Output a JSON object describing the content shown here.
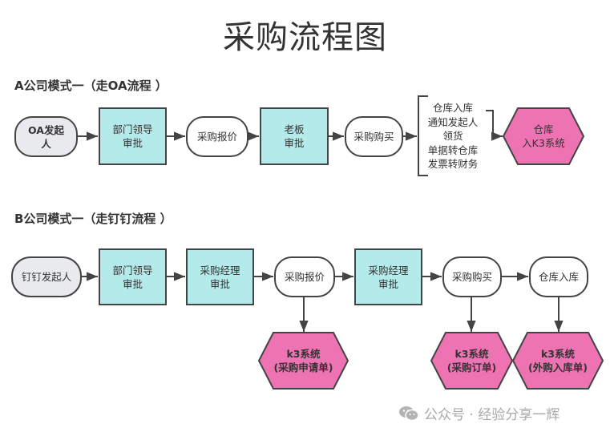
{
  "title": "采购流程图",
  "colors": {
    "line": "#444444",
    "start_fill": "#e8eaed",
    "approval_fill": "#b5eaea",
    "system_fill": "#ee73b3",
    "text": "#333333",
    "watermark": "#a9a9a9"
  },
  "flow_a": {
    "heading": "A公司模式一（走OA流程 ）",
    "nodes": [
      {
        "id": "a1",
        "type": "start",
        "label": "OA发起\n人"
      },
      {
        "id": "a2",
        "type": "approval",
        "label": "部门领导\n审批"
      },
      {
        "id": "a3",
        "type": "process",
        "label": "采购报价"
      },
      {
        "id": "a4",
        "type": "approval",
        "label": "老板\n审批"
      },
      {
        "id": "a5",
        "type": "process",
        "label": "采购购买"
      },
      {
        "id": "a6",
        "type": "annotation",
        "label": "仓库入库\n通知发起人\n领货\n单据转仓库\n发票转财务"
      },
      {
        "id": "a7",
        "type": "system",
        "label": "仓库\n入K3系统"
      }
    ]
  },
  "flow_b": {
    "heading": "B公司模式一（走钉钉流程 ）",
    "nodes": [
      {
        "id": "b1",
        "type": "start",
        "label": "钉钉发起人"
      },
      {
        "id": "b2",
        "type": "approval",
        "label": "部门领导\n审批"
      },
      {
        "id": "b3",
        "type": "approval",
        "label": "采购经理\n审批"
      },
      {
        "id": "b4",
        "type": "process",
        "label": "采购报价"
      },
      {
        "id": "b5",
        "type": "approval",
        "label": "采购经理\n审批"
      },
      {
        "id": "b6",
        "type": "process",
        "label": "采购购买"
      },
      {
        "id": "b7",
        "type": "process",
        "label": "仓库入库"
      }
    ],
    "systems": [
      {
        "id": "s1",
        "from": "b4",
        "line1": "k3系统",
        "line2": "(采购申请单)"
      },
      {
        "id": "s2",
        "from": "b6",
        "line1": "k3系统",
        "line2": "(采购订单)"
      },
      {
        "id": "s3",
        "from": "b7",
        "line1": "k3系统",
        "line2": "(外购入库单)"
      }
    ]
  },
  "watermark": {
    "icon": "wechat-icon",
    "text": "公众号 · 经验分享一辉"
  }
}
